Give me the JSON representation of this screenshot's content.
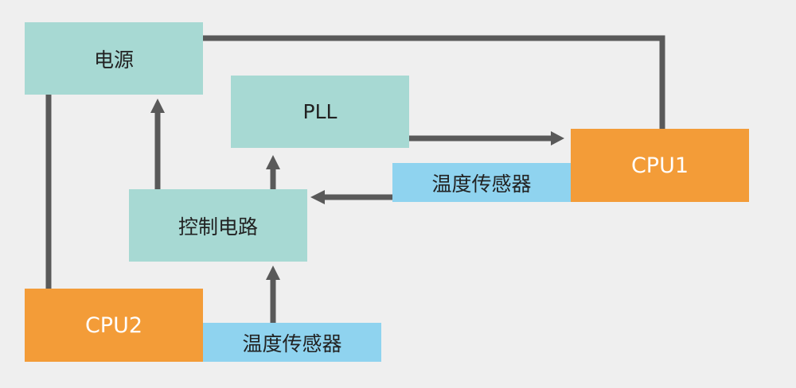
{
  "nodes": {
    "power": "电源",
    "pll": "PLL",
    "control_circuit": "控制电路",
    "cpu1": "CPU1",
    "cpu2": "CPU2",
    "temp_sensor_1": "温度传感器",
    "temp_sensor_2": "温度传感器"
  },
  "colors": {
    "background": "#efefef",
    "teal_box": "#a7d9d3",
    "orange_box": "#f39c38",
    "blue_box": "#8fd3ef",
    "connector": "#595959"
  }
}
